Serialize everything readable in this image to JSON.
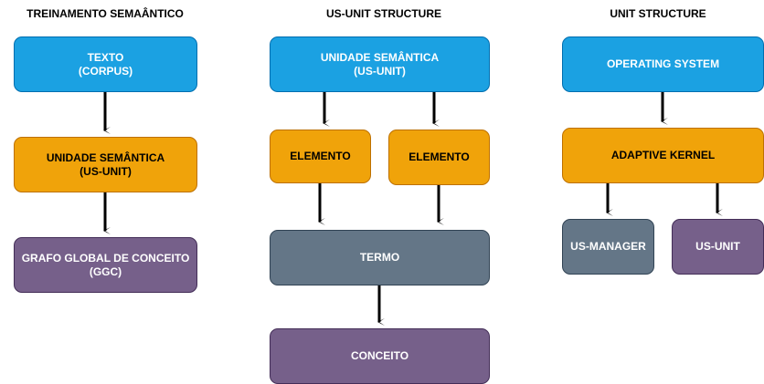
{
  "columns": [
    {
      "title": "TREINAMENTO SEMAÂNTICO",
      "boxes": [
        "TEXTO\n(CORPUS)",
        "UNIDADE SEMÂNTICA\n(US-UNIT)",
        "GRAFO GLOBAL DE CONCEITO\n(GGC)"
      ]
    },
    {
      "title": "US-UNIT STRUCTURE",
      "boxes": [
        "UNIDADE SEMÂNTICA\n(US-UNIT)",
        "ELEMENTO",
        "ELEMENTO",
        "TERMO",
        "CONCEITO"
      ]
    },
    {
      "title": "UNIT STRUCTURE",
      "boxes": [
        "OPERATING SYSTEM",
        "ADAPTIVE KERNEL",
        "US-MANAGER",
        "US-UNIT"
      ]
    }
  ],
  "colors": {
    "blue": "#1ba1e2",
    "orange": "#f0a30a",
    "slate": "#647687",
    "purple": "#76608a"
  }
}
